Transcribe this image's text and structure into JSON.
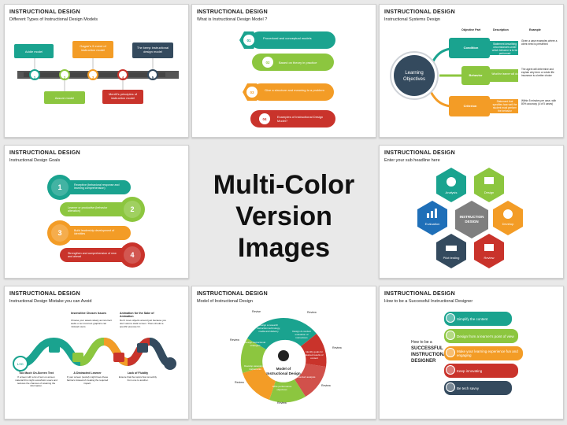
{
  "center": {
    "line1": "Multi-Color",
    "line2": "Version Images"
  },
  "cards": [
    {
      "title": "INSTRUCTIONAL DESIGN",
      "subtitle": "Different Types of Instructional Design Models",
      "labels": [
        "Addie model",
        "Gagne's 9 event of instruction model",
        "Assure model",
        "Merrill's principles of instruction model",
        "The kemp instructional design model"
      ],
      "nums": [
        "1",
        "2",
        "3",
        "4",
        "5"
      ]
    },
    {
      "title": "INSTRUCTIONAL DESIGN",
      "subtitle": "What is Instructional Design Model ?",
      "items": [
        "Procedural and conceptual models",
        "Based on theory in practice",
        "Give a structure and meaning to a problem",
        "Examples of Instructional Design Model?"
      ],
      "nums": [
        "01",
        "02",
        "03",
        "04"
      ]
    },
    {
      "title": "INSTRUCTIONAL DESIGN",
      "subtitle": "Instructional Systems Design",
      "center": "Learning Objectives",
      "headers": [
        "Objective Part",
        "Description",
        "Example"
      ],
      "rows": [
        {
          "part": "Condition",
          "desc": "Statement describing circumstances under which behavior is to be performed",
          "ex": "Given a case examples where a client need is presented"
        },
        {
          "part": "Behavior",
          "desc": "What the learner will do",
          "ex": "The agent will determine and explain why term or whole life insurance is a better choice"
        },
        {
          "part": "Criterion",
          "desc": "Statement that specifies how well the student must perform the behavior",
          "ex": "Within 5 minutes per case, with 80% accuracy (4 of 5 cases)"
        }
      ]
    },
    {
      "title": "INSTRUCTIONAL DESIGN",
      "subtitle": "Instructional Design Goals",
      "items": [
        "Receptive (behavioral response and learning comprehension)",
        "Learner or productive (behavior alteration)",
        "Build leadership development of identities",
        "Strengthen and comprehension of new and ahead"
      ],
      "nums": [
        "1",
        "2",
        "3",
        "4"
      ]
    },
    {
      "title": "INSTRUCTIONAL DESIGN",
      "subtitle": "Enter your sub headline here",
      "center": "INSTRUCTION DESIGN",
      "hexes": [
        "Analysis",
        "Design",
        "Develop",
        "Review",
        "Pilot testing",
        "Evaluation"
      ]
    },
    {
      "title": "INSTRUCTIONAL DESIGN",
      "subtitle": "Instructional Design Mistake you can Avoid",
      "start": "LYC",
      "top": [
        {
          "h": "Insensitive Chosen Issues",
          "b": "Choose your assets wisely as incorrect audio or an incorrect graphics can mislead users."
        },
        {
          "h": "Animation for the Sake of Animation",
          "b": "Don't move objects around just because you don't want a static screen. There should a specific purpose for."
        }
      ],
      "bottom": [
        {
          "h": "Too Much On-Screen Text",
          "b": "If screen with a lot of text on-screen material this might overwhelm users and reduces the chances of retaining the information."
        },
        {
          "h": "A Distracted Learner",
          "b": "If your screen (social) might have these barriers instead of creating the required impact."
        },
        {
          "h": "Lack of Fluidity",
          "b": "Ensure that the topics flow smoothly from one to another."
        }
      ]
    },
    {
      "title": "INSTRUCTIONAL DESIGN",
      "subtitle": "Model of Instructional Design",
      "center": "Model of Instructional Design",
      "segments": [
        "Design a research instruction technology, media and delivery",
        "Design & conduct evaluation of instructions",
        "Identify goals for desired results of content",
        "Conduct analysis",
        "Write performance objectives",
        "Develop assessment instruments",
        "Design instructional strategies"
      ],
      "review": [
        "Review",
        "Review",
        "Review",
        "Review",
        "Review",
        "Review",
        "Revise"
      ]
    },
    {
      "title": "INSTRUCTIONAL DESIGN",
      "subtitle": "How to be a Successful Instructional Designer",
      "left": [
        "How to be a",
        "SUCCESSFUL",
        "INSTRUCTIONAL",
        "DESIGNER"
      ],
      "items": [
        "Simplify the content",
        "Design from a learner's point of view",
        "Make your learning experience fun and engaging",
        "Keep innovating",
        "Be tech savvy"
      ]
    }
  ],
  "colors": {
    "teal": "#1aa38f",
    "green": "#8cc63f",
    "orange": "#f39c26",
    "red": "#c9332b",
    "navy": "#344a5e"
  }
}
